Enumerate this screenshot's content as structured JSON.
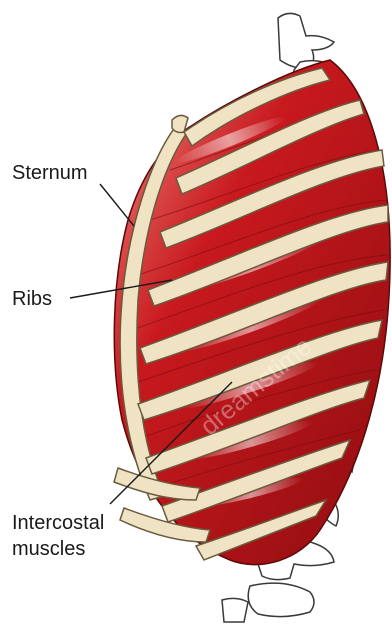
{
  "labels": {
    "sternum": "Sternum",
    "ribs": "Ribs",
    "intercostal_line1": "Intercostal",
    "intercostal_line2": "muscles"
  },
  "watermark": "dreamstime",
  "colors": {
    "muscle": "#c8191e",
    "muscle_dark": "#8e0d10",
    "muscle_light": "#f08a80",
    "bone": "#efe3c4",
    "bone_outline": "#6b5a3e",
    "spine_outline": "#3a3a3a",
    "leader_line": "#1a1a1a"
  }
}
